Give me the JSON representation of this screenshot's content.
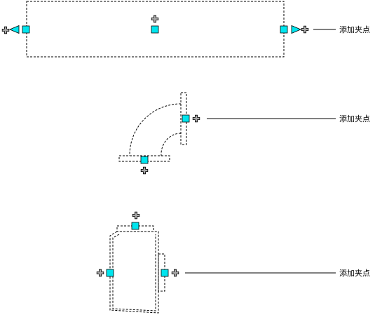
{
  "colors": {
    "grip_fill": "#00e5ee",
    "plus_fill": "#a8a8a8",
    "outline": "#000000",
    "background": "#ffffff"
  },
  "icons": {
    "grip": "square-grip-icon",
    "add": "plus-grip-icon",
    "stretch": "triangle-arrow-grip-icon"
  },
  "callouts": [
    {
      "label": "添加夹点"
    },
    {
      "label": "添加夹点"
    },
    {
      "label": "添加夹点"
    }
  ]
}
